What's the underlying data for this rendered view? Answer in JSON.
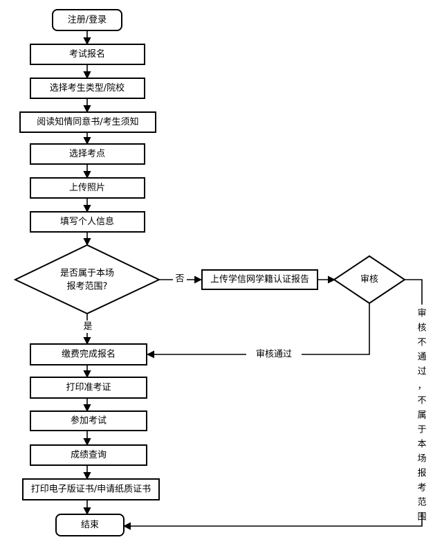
{
  "nodes": {
    "register_login": "注册/登录",
    "exam_signup": "考试报名",
    "choose_type_school": "选择考生类型/院校",
    "read_consent": "阅读知情同意书/考生须知",
    "choose_site": "选择考点",
    "upload_photo": "上传照片",
    "fill_info": "填写个人信息",
    "decision_line1": "是否属于本场",
    "decision_line2": "报考范围?",
    "upload_report": "上传学信网学籍认证报告",
    "review": "审核",
    "pay_complete": "缴费完成报名",
    "print_admission": "打印准考证",
    "take_exam": "参加考试",
    "score_query": "成绩查询",
    "print_certificate": "打印电子版证书/申请纸质证书",
    "end": "结束"
  },
  "edge_labels": {
    "no": "否",
    "yes": "是",
    "review_passed": "审核通过",
    "review_failed": "审核不通过，不属于本场报考范围"
  },
  "colors": {
    "stroke": "#000000",
    "fill": "#ffffff",
    "text": "#000000"
  }
}
